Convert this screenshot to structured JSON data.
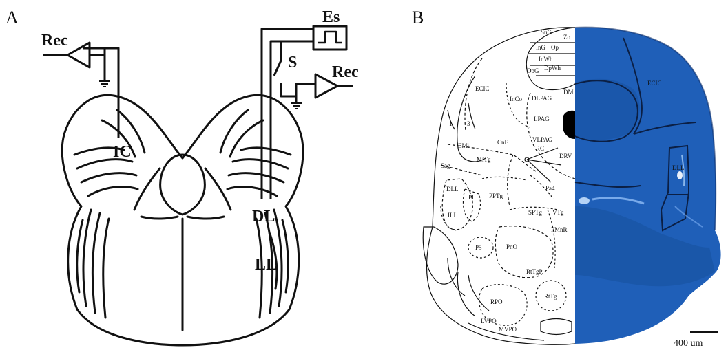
{
  "panel_a": {
    "letter": "A",
    "labels": {
      "rec_left": "Rec",
      "rec_right": "Rec",
      "es": "Es",
      "s": "S",
      "ic": "IC",
      "dl": "DL",
      "ll": "LL"
    }
  },
  "panel_b": {
    "letter": "B",
    "atlas_labels": [
      "SuG",
      "Zo",
      "InG",
      "Op",
      "InWh",
      "DpG",
      "DpWh",
      "ECIC",
      "InCo",
      "DLPAG",
      "DM",
      "LPAG",
      "1",
      "3",
      "EMi",
      "CnF",
      "VLPAG",
      "RC",
      "DRV",
      "MiTg",
      "Sag",
      "DLL",
      "PL",
      "PPTg",
      "Pa4",
      "ILL",
      "SPTg",
      "VTg",
      "PMnR",
      "P5",
      "PnO",
      "RtTgP",
      "RtTg",
      "RPO",
      "LVPO",
      "MVPO"
    ],
    "photo_labels": {
      "ecic": "ECIC",
      "dll": "DLL"
    },
    "scale_bar": "400 um",
    "colors": {
      "tissue": "#1f5fb8",
      "tissue_dark": "#123f85",
      "outline": "#111111"
    }
  }
}
